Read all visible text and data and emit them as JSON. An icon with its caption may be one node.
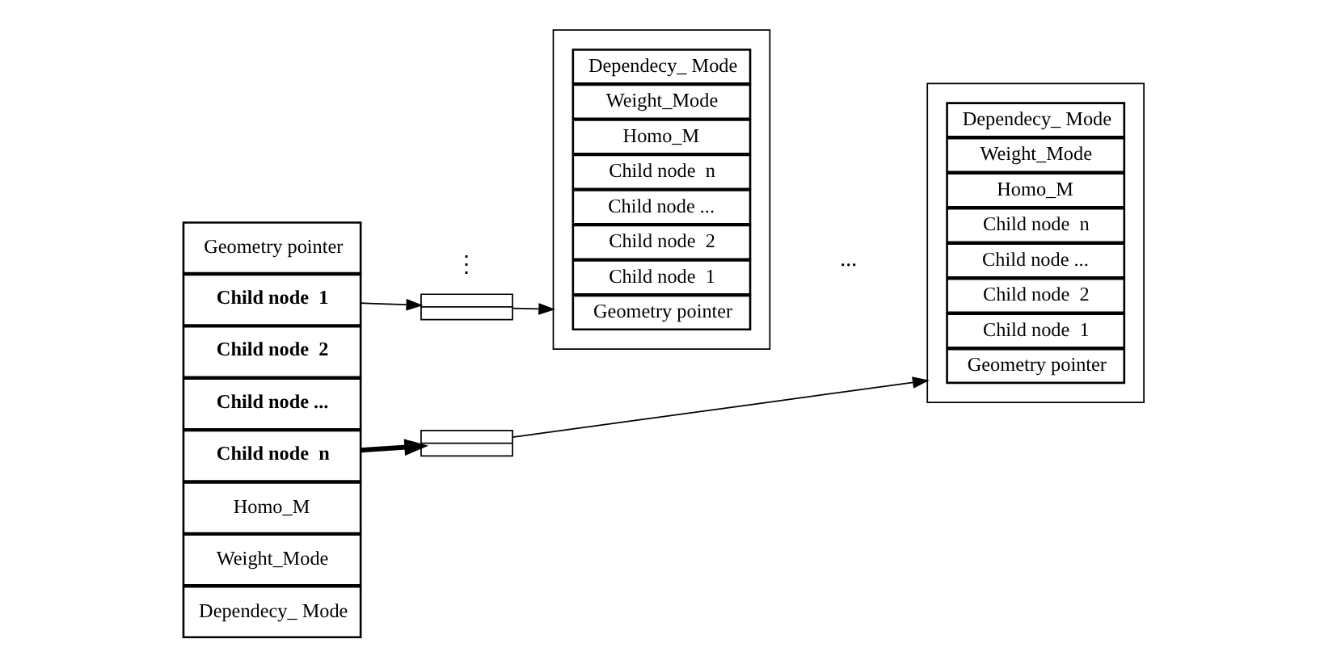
{
  "diagram": {
    "nodes": [
      {
        "text": [
          "Geometry pointer"
        ]
      },
      {
        "text": [
          "Child node  1"
        ]
      },
      {
        "text": [
          "Child node  2"
        ]
      },
      {
        "text": [
          "Child node ..."
        ]
      },
      {
        "text": [
          "Child node  n"
        ]
      },
      {
        "text": [
          "Homo_M"
        ]
      },
      {
        "text": [
          "Weight_Mode"
        ]
      },
      {
        "text": [
          "Dependecy_ Mode"
        ]
      },
      {
        "text": [],
        "shape": "box"
      },
      {
        "text": [],
        "shape": "box"
      },
      {
        "text": [
          "Geometry pointer"
        ],
        "in": 9
      },
      {
        "text": [
          "Child node  1"
        ],
        "in": 9
      },
      {
        "text": [
          "Child node  2"
        ],
        "in": 9
      },
      {
        "text": [
          "Child node ..."
        ],
        "in": 9
      },
      {
        "text": [
          "Child node  n"
        ],
        "in": 9
      },
      {
        "text": [
          "Homo_M"
        ],
        "in": 9
      },
      {
        "text": [
          "Weight_Mode"
        ],
        "in": 9
      },
      {
        "text": [
          "Dependecy_ Mode"
        ],
        "in": 9
      },
      {
        "text": [],
        "shape": "box"
      },
      {
        "text": [
          "Geometry pointer"
        ],
        "in": 18
      },
      {
        "text": [
          "Child node  1"
        ],
        "in": 18
      },
      {
        "text": [
          "Child node  2"
        ],
        "in": 18
      },
      {
        "text": [
          "Child node ..."
        ],
        "in": 18
      },
      {
        "text": [
          "Child node  n"
        ],
        "in": 18
      },
      {
        "text": [
          "Homo_M"
        ],
        "in": 18
      },
      {
        "text": [
          "Weight_Mode"
        ],
        "in": 18
      },
      {
        "text": [
          "Dependecy_ Mode"
        ],
        "in": 18
      },
      {
        "text": [],
        "shape": "box"
      }
    ],
    "edges": [
      {
        "from": 1,
        "to": 8,
        "arrow": "to"
      },
      {
        "from": 8,
        "to": 9,
        "arrow": "to"
      },
      {
        "from": 4,
        "to": 27,
        "arrow": "to",
        "style": "thick"
      },
      {
        "from": 27,
        "to": 18,
        "arrow": "to"
      }
    ],
    "labels": [
      "⋮",
      "..."
    ]
  }
}
